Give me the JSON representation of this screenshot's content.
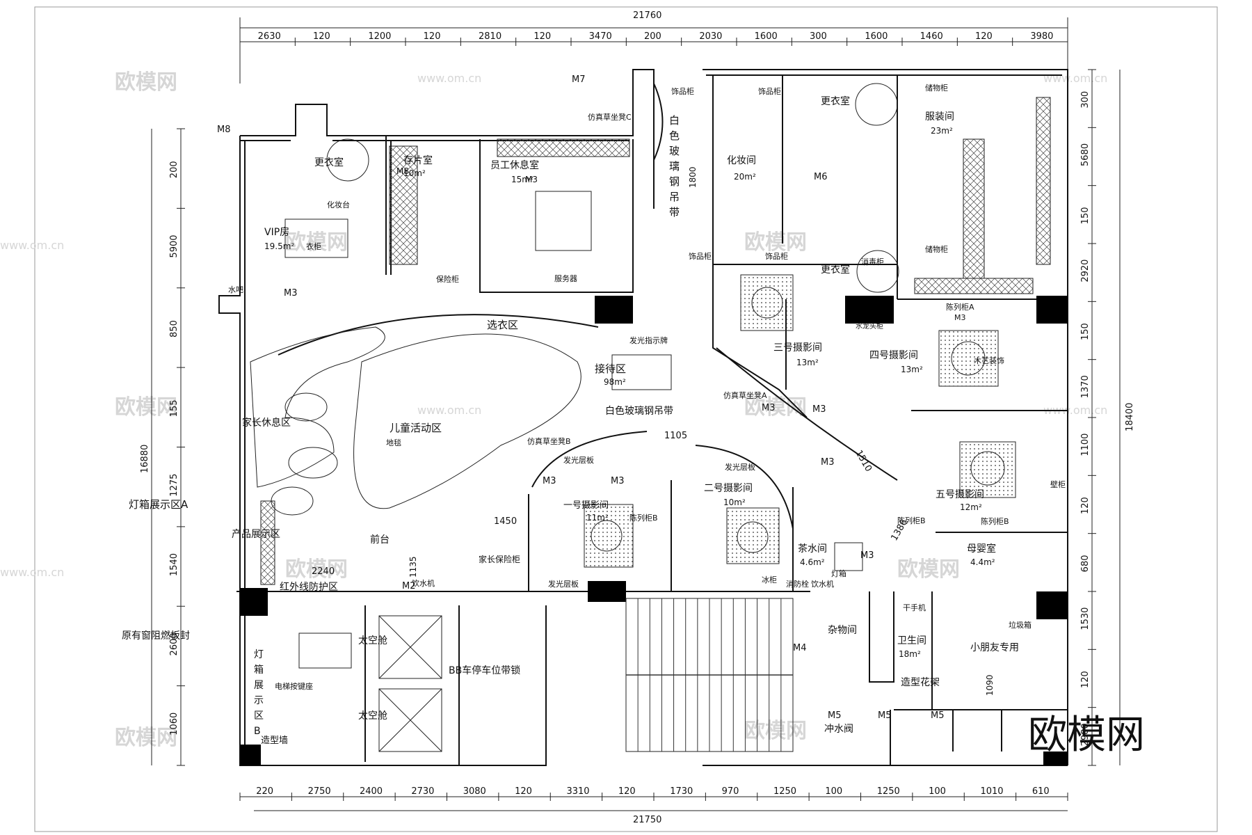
{
  "drawing": {
    "top_total": "21760",
    "bottom_total": "21750",
    "left_total": "16880",
    "right_total": "18400",
    "top_dims": [
      "2630",
      "120",
      "1200",
      "120",
      "2810",
      "120",
      "3470",
      "200",
      "2030",
      "1600",
      "300",
      "1600",
      "1460",
      "120",
      "3980"
    ],
    "bottom_dims": [
      "220",
      "2750",
      "2400",
      "2730",
      "3080",
      "120",
      "3310",
      "120",
      "1730",
      "970",
      "1250",
      "100",
      "1250",
      "100",
      "1010",
      "610"
    ],
    "left_dims": [
      "200",
      "5900",
      "850",
      "155",
      "1275",
      "1540",
      "2600",
      "1060"
    ],
    "right_dims": [
      "300",
      "5680",
      "150",
      "2920",
      "150",
      "1370",
      "1100",
      "120",
      "680",
      "1530",
      "120",
      "2980"
    ]
  },
  "rooms": [
    {
      "id": "vip",
      "label": "VIP房",
      "area": "19.5m²"
    },
    {
      "id": "dress1",
      "label": "更衣室"
    },
    {
      "id": "film",
      "label": "存片室",
      "area": "10m²"
    },
    {
      "id": "staff",
      "label": "员工休息室",
      "area": "15m²"
    },
    {
      "id": "makeup",
      "label": "化妆间",
      "area": "20m²"
    },
    {
      "id": "dress2",
      "label": "更衣室"
    },
    {
      "id": "costume",
      "label": "服装间",
      "area": "23m²"
    },
    {
      "id": "reception",
      "label": "接待区",
      "area": "98m²"
    },
    {
      "id": "kids",
      "label": "儿童活动区"
    },
    {
      "id": "parents",
      "label": "家长休息区"
    },
    {
      "id": "choose",
      "label": "选衣区"
    },
    {
      "id": "s1",
      "label": "一号摄影间",
      "area": "11m²"
    },
    {
      "id": "s2",
      "label": "二号摄影间",
      "area": "10m²"
    },
    {
      "id": "s3",
      "label": "三号摄影间",
      "area": "13m²"
    },
    {
      "id": "s4",
      "label": "四号摄影间",
      "area": "13m²"
    },
    {
      "id": "s5",
      "label": "五号摄影间",
      "area": "12m²"
    },
    {
      "id": "tea",
      "label": "茶水间",
      "area": "4.6m²"
    },
    {
      "id": "mother",
      "label": "母婴室",
      "area": "4.4m²"
    },
    {
      "id": "sundry",
      "label": "杂物间"
    },
    {
      "id": "wc",
      "label": "卫生间",
      "area": "18m²"
    },
    {
      "id": "kidswc",
      "label": "小朋友专用"
    },
    {
      "id": "dress3",
      "label": "更衣室"
    }
  ],
  "labels": {
    "glass_v": "白色玻璃钢吊带",
    "glass_h": "白色玻璃钢吊带",
    "front_desk": "前台",
    "ir_zone": "红外线防护区",
    "capsule1": "太空舱",
    "capsule2": "太空舱",
    "bb": "BB车停车位带锁",
    "lightbox_a": "灯箱展示区A",
    "lightbox_b": "灯箱展示区B",
    "product": "产品展示区",
    "fireproof": "原有窗阻燃板封",
    "model_wall": "造型墙",
    "elevator_btn": "电梯按键座",
    "flush": "冲水阀",
    "flower": "造型花架",
    "parents_safe": "家长保险柜",
    "sign": "发光指示牌",
    "carpet": "地毯",
    "water_bar": "水吧",
    "dresser": "化妆台",
    "wardrobe": "衣柜",
    "safe": "保险柜",
    "server": "服务器",
    "storage1": "储物柜",
    "storage2": "储物柜",
    "display_a": "陈列柜A",
    "display_b": "陈列柜B",
    "display_b2": "陈列柜B",
    "display_b3": "陈列柜B",
    "wood_shelf": "木艺装饰",
    "shelf_light": "发光层板",
    "shelf_light2": "发光层板",
    "shelf_light3": "发光层板",
    "fake_grass_c": "仿真草坐凳C",
    "fake_grass_b": "仿真草坐凳B",
    "fake_grass_a": "仿真草坐凳A",
    "drinking": "饮水机",
    "drinking2": "饮水机",
    "fridge": "冰柜",
    "hydrant": "消防栓",
    "hand_dryer": "干手机",
    "bin": "垃圾箱",
    "light_box": "灯箱",
    "disinfect": "消毒柜",
    "deco_cab": "饰品柜",
    "deco_cab2": "饰品柜",
    "deco_cab3": "饰品柜",
    "deco_cab4": "饰品柜",
    "wall_cab": "壁柜",
    "water_cab": "水龙头柜",
    "dim_1105": "1105",
    "dim_1510": "1510",
    "dim_1386": "1386",
    "dim_1450": "1450",
    "dim_2240": "2240",
    "dim_1135": "1135",
    "dim_1090": "1090",
    "dim_1800": "1800"
  },
  "doors": {
    "m7": "M7",
    "m8": "M8",
    "m8b": "M8",
    "m3a": "M3",
    "m3b": "M3",
    "m3c": "M3",
    "m3d": "M3",
    "m3e": "M3",
    "m3f": "M3",
    "m3g": "M3",
    "m3h": "M3",
    "m3i": "M3",
    "m6": "M6",
    "m2": "M2",
    "m4": "M4",
    "m5a": "M5",
    "m5b": "M5",
    "m5c": "M5"
  },
  "watermark": {
    "logo": "欧模网",
    "site": "www.om.cn"
  }
}
